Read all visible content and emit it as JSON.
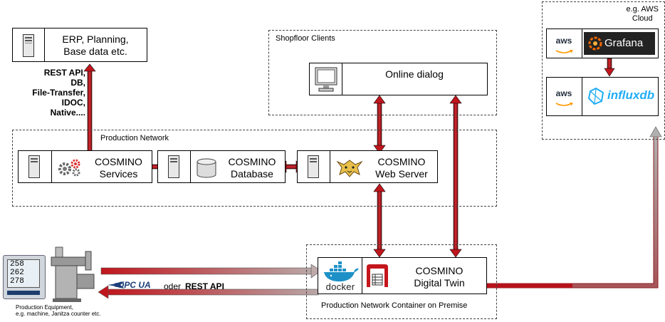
{
  "erp": {
    "line1": "ERP, Planning,",
    "line2": "Base data etc."
  },
  "protocols": [
    "REST API,",
    "DB,",
    "File-Transfer,",
    "IDOC,",
    "Native...."
  ],
  "shopfloor": {
    "title": "Shopfloor Clients",
    "online_dialog": "Online dialog"
  },
  "production_network": {
    "title": "Production Network"
  },
  "services": {
    "line1": "COSMINO",
    "line2": "Services"
  },
  "database": {
    "line1": "COSMINO",
    "line2": "Database"
  },
  "webserver": {
    "line1": "COSMINO",
    "line2": "Web Server"
  },
  "container": {
    "title": "Production Network Container on Premise"
  },
  "docker": {
    "label": "docker"
  },
  "twin": {
    "line1": "COSMINO",
    "line2": "Digital Twin"
  },
  "cloud": {
    "line1": "e.g. AWS",
    "line2": "Cloud"
  },
  "aws": {
    "label": "aws"
  },
  "grafana": {
    "label": "Grafana"
  },
  "influx": {
    "label": "influxdb"
  },
  "equipment": {
    "line1": "Production Equipment,",
    "line2": "e.g. machine, Janitza counter etc."
  },
  "protocol_row": {
    "opc": "OPC UA",
    "oder": "oder",
    "rest": "REST API"
  },
  "meter": {
    "v1": "258",
    "v2": "262",
    "v3": "278"
  },
  "colors": {
    "arrow_red": "#b5121b",
    "arrow_grey": "#777777",
    "influx_blue": "#22adf6",
    "grafana_orange": "#f46800"
  }
}
